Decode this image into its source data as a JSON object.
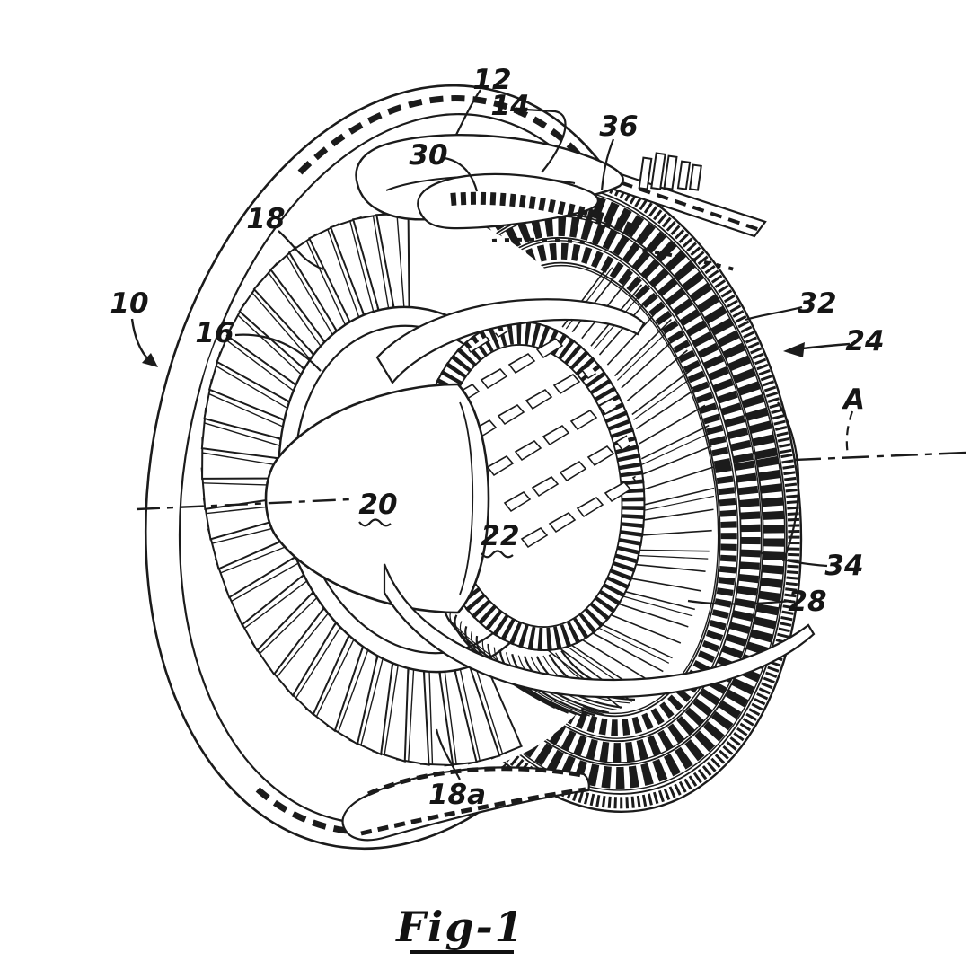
{
  "figure": {
    "caption": "Fig-1",
    "ink_color": "#1b1b1b",
    "background": "#ffffff",
    "labels": [
      {
        "id": "10",
        "text": "10"
      },
      {
        "id": "12",
        "text": "12"
      },
      {
        "id": "14",
        "text": "14"
      },
      {
        "id": "16",
        "text": "16"
      },
      {
        "id": "18",
        "text": "18"
      },
      {
        "id": "18a",
        "text": "18a"
      },
      {
        "id": "20",
        "text": "20"
      },
      {
        "id": "22",
        "text": "22"
      },
      {
        "id": "24",
        "text": "24"
      },
      {
        "id": "28",
        "text": "28"
      },
      {
        "id": "30",
        "text": "30"
      },
      {
        "id": "32",
        "text": "32"
      },
      {
        "id": "34",
        "text": "34"
      },
      {
        "id": "36",
        "text": "36"
      },
      {
        "id": "A",
        "text": "A"
      }
    ],
    "geometry": {
      "fan_blade_count": 32,
      "spoke_count": 30,
      "curved_blade_count": 11,
      "compressor_rows": 6,
      "compressor_cols": 8
    }
  }
}
